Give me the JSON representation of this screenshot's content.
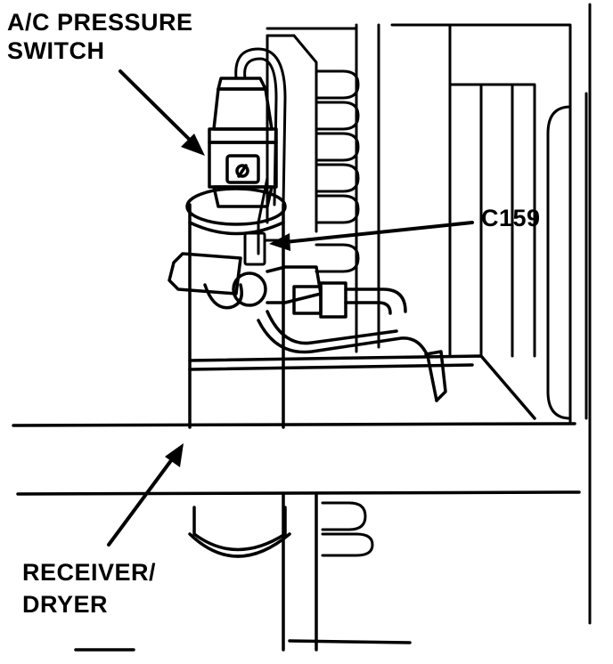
{
  "labels": {
    "pressure_switch_line1": "A/C PRESSURE",
    "pressure_switch_line2": "SWITCH",
    "connector": "C159",
    "receiver_line1": "RECEIVER/",
    "receiver_line2": "DRYER"
  },
  "colors": {
    "ink": "#000000",
    "paper": "#ffffff"
  }
}
